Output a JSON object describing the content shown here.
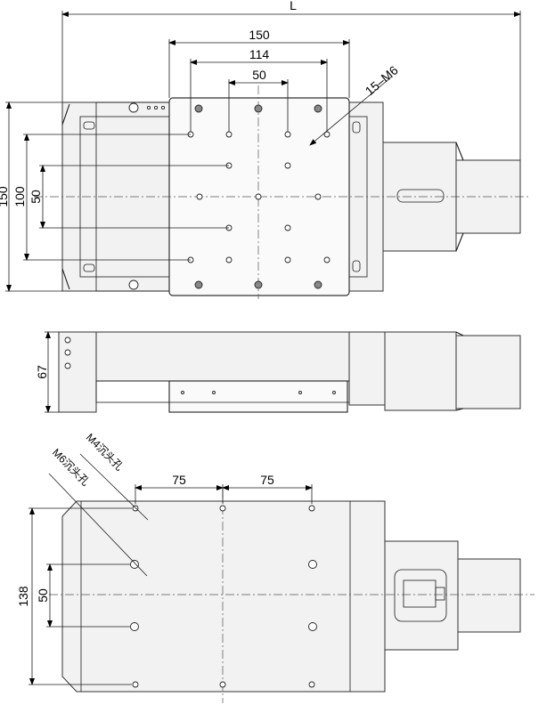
{
  "top_view": {
    "dim_L": "L",
    "dim_150_width": "150",
    "dim_114": "114",
    "dim_50_top": "50",
    "dim_hole_note": "15–M6",
    "dim_150_height": "150",
    "dim_100": "100",
    "dim_50_left": "50"
  },
  "side_view": {
    "dim_67": "67"
  },
  "bottom_view": {
    "note_m4": "M4沉头孔",
    "note_m6": "M6沉头孔",
    "dim_75_a": "75",
    "dim_75_b": "75",
    "dim_138": "138",
    "dim_50": "50"
  }
}
